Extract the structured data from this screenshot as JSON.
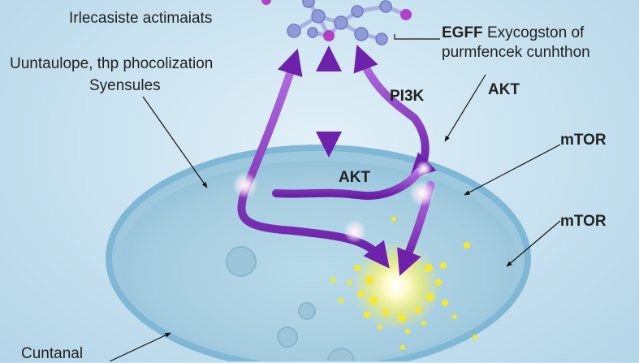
{
  "labels": {
    "top_left": "Irlecasiste actimaiats",
    "upper_left_line1": "Uuntaulope, thp phocolization",
    "upper_left_line2": "Syensules",
    "egff_prefix": "EGFF",
    "egff_rest": " Exycogston of",
    "egff_line2": "purmfencek cunhthon",
    "pi3k": "PI3K",
    "akt_right": "AKT",
    "akt_center": "AKT",
    "mtor_upper": "mTOR",
    "mtor_lower": "mTOR",
    "bottom_left": "Cuntanal"
  },
  "colors": {
    "background": "#c7e1ef",
    "cell_fill": "#a9cfe2",
    "cell_rim": "#8cc0db",
    "arrow_purple": "#7d2fb8",
    "molecule_atom": "#8f9bd8",
    "molecule_accent": "#b042c8",
    "glow_yellow": "#fff35a"
  }
}
